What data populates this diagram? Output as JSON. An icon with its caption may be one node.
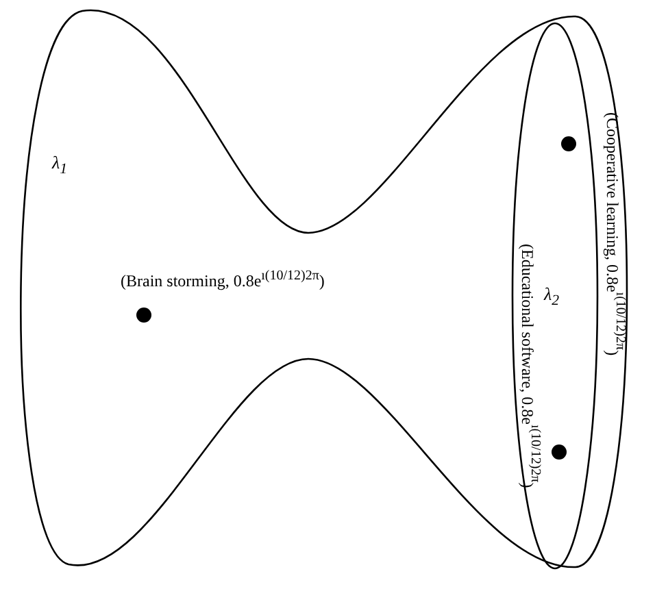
{
  "diagram": {
    "nodes": [
      {
        "text": [
          "λ$_{1}$"
        ]
      },
      {
        "text": [
          "λ$_{2}$"
        ],
        "in": 0
      },
      {
        "text": [],
        "shape": "circle",
        "in": 0,
        "beside": [
          "(Brain storming, 0.8e$^{ı(10/12)2π}$)"
        ]
      },
      {
        "text": [],
        "shape": "circle",
        "in": 1,
        "beside": [
          "(Cooperative learning, 0.8e$^{ı(10/12)2π}$)"
        ]
      },
      {
        "text": [],
        "shape": "circle",
        "in": 1,
        "beside": [
          "(Educational software, 0.8e$^{ı(10/12)2π}$)"
        ]
      }
    ],
    "edges": []
  }
}
